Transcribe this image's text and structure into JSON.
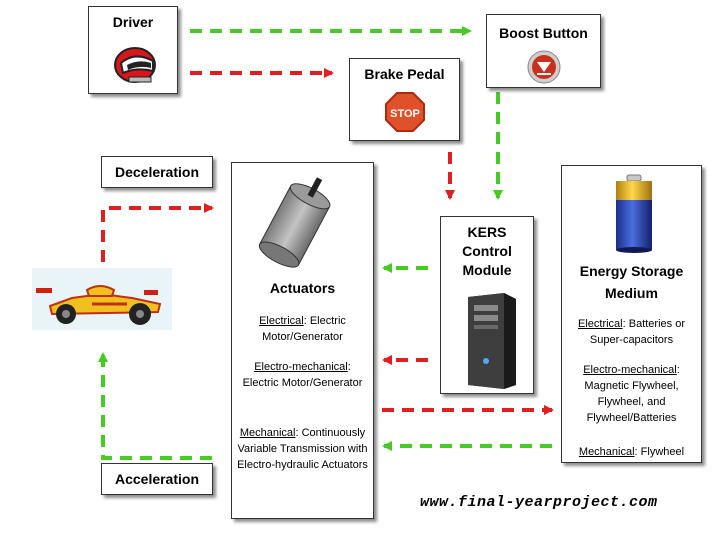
{
  "driver": {
    "title": "Driver",
    "icon": "helmet-icon"
  },
  "brake_pedal": {
    "title": "Brake Pedal",
    "icon": "stop-sign-icon",
    "sign_text": "STOP"
  },
  "boost_button": {
    "title": "Boost Button",
    "icon": "boost-button-icon"
  },
  "deceleration": {
    "label": "Deceleration"
  },
  "acceleration": {
    "label": "Acceleration"
  },
  "actuators": {
    "title": "Actuators",
    "electrical_label": "Electrical",
    "electrical_text": ": Electric Motor/Generator",
    "electromech_label": "Electro-mechanical",
    "electromech_text": ": Electric Motor/Generator",
    "mechanical_label": "Mechanical",
    "mechanical_text": ": Continuously Variable Transmission with Electro-hydraulic Actuators"
  },
  "kers": {
    "title": "KERS Control Module",
    "icon": "server-tower-icon"
  },
  "storage": {
    "title": "Energy Storage Medium",
    "icon": "battery-icon",
    "electrical_label": "Electrical",
    "electrical_text": ": Batteries or Super-capacitors",
    "electromech_label": "Electro-mechanical",
    "electromech_text": ": Magnetic Flywheel, Flywheel, and Flywheel/Batteries",
    "mechanical_label": "Mechanical",
    "mechanical_text": ": Flywheel"
  },
  "car": {
    "icon": "race-car-icon"
  },
  "watermark": "www.final-yearproject.com",
  "colors": {
    "red_arrow": "#e02020",
    "green_arrow": "#44cc22"
  }
}
